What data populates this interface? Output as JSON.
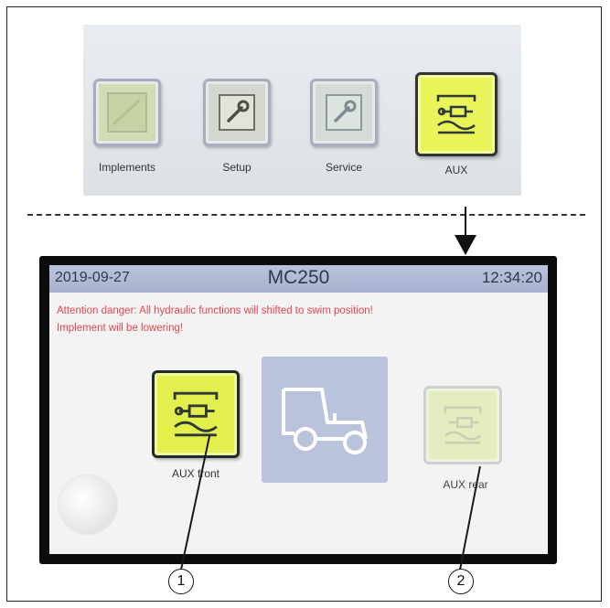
{
  "menu": {
    "items": [
      {
        "label": "Implements",
        "icon": "implements-icon"
      },
      {
        "label": "Setup",
        "icon": "wrench-icon"
      },
      {
        "label": "Service",
        "icon": "service-icon"
      },
      {
        "label": "AUX",
        "icon": "aux-hydraulic-icon",
        "active": true
      }
    ]
  },
  "screen": {
    "date": "2019-09-27",
    "title": "MC250",
    "time": "12:34:20",
    "warning_line1": "Attention danger: All hydraulic functions will shifted to swim position!",
    "warning_line2": "Implement will be lowering!",
    "aux_front_label": "AUX front",
    "aux_rear_label": "AUX rear"
  },
  "callouts": [
    "1",
    "2"
  ],
  "colors": {
    "active_tile": "#e9f45a",
    "warning_text": "#e2474f",
    "status_bar": "#b0bcd6",
    "tractor_tile": "#bac3dc"
  }
}
